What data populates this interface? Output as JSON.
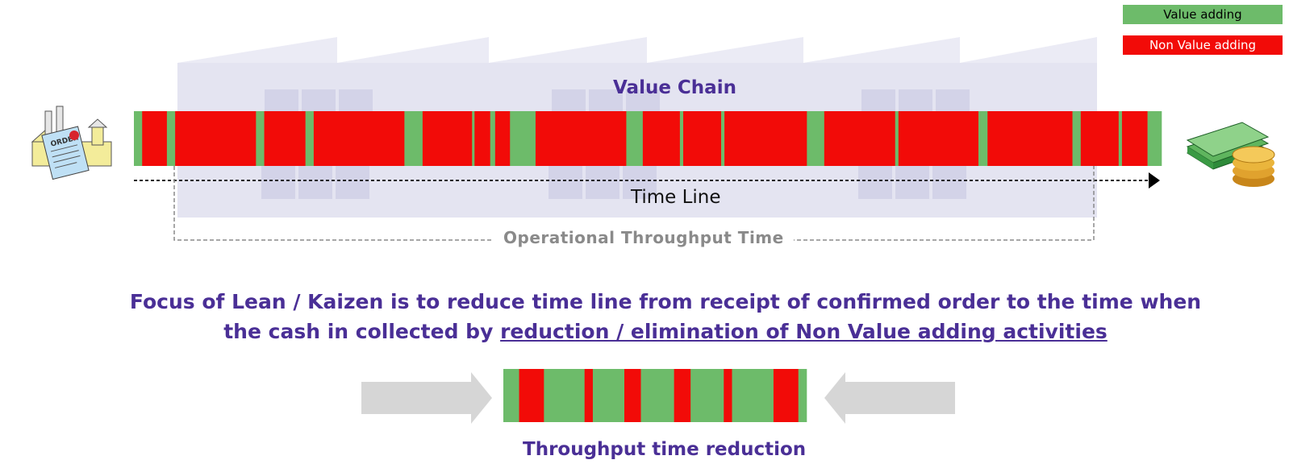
{
  "legend": {
    "value_adding": "Value adding",
    "non_value_adding": "Non Value adding"
  },
  "labels": {
    "value_chain": "Value Chain",
    "time_line": "Time Line",
    "operational_throughput_time": "Operational Throughput Time",
    "throughput_time_reduction": "Throughput time reduction"
  },
  "focus": {
    "line1": "Focus of Lean / Kaizen is to reduce time line from receipt of confirmed order to the time when",
    "line2_plain": "the cash in collected  by ",
    "line2_underlined": "reduction / elimination of Non Value adding activities"
  },
  "icons": {
    "start": "factory-order-icon",
    "end": "cash-money-icon"
  },
  "colors": {
    "value_adding": "#6dbb6a",
    "non_value_adding": "#f20b08",
    "title_purple": "#4a2f96",
    "backdrop": "#e4e4f1"
  },
  "main_bar_segments": [
    {
      "type": "va",
      "length": 1.0
    },
    {
      "type": "nva",
      "length": 3.0
    },
    {
      "type": "va",
      "length": 1.0
    },
    {
      "type": "nva",
      "length": 9.8
    },
    {
      "type": "va",
      "length": 1.0
    },
    {
      "type": "nva",
      "length": 5.0
    },
    {
      "type": "va",
      "length": 1.0
    },
    {
      "type": "nva",
      "length": 11.0
    },
    {
      "type": "va",
      "length": 2.2
    },
    {
      "type": "nva",
      "length": 6.0
    },
    {
      "type": "va",
      "length": 0.3
    },
    {
      "type": "nva",
      "length": 1.9
    },
    {
      "type": "va",
      "length": 0.6
    },
    {
      "type": "nva",
      "length": 1.8
    },
    {
      "type": "va",
      "length": 3.1
    },
    {
      "type": "nva",
      "length": 11.0
    },
    {
      "type": "va",
      "length": 2.0
    },
    {
      "type": "nva",
      "length": 4.5
    },
    {
      "type": "va",
      "length": 0.4
    },
    {
      "type": "nva",
      "length": 4.6
    },
    {
      "type": "va",
      "length": 0.4
    },
    {
      "type": "nva",
      "length": 10.0
    },
    {
      "type": "va",
      "length": 2.1
    },
    {
      "type": "nva",
      "length": 8.6
    },
    {
      "type": "va",
      "length": 0.4
    },
    {
      "type": "nva",
      "length": 9.7
    },
    {
      "type": "va",
      "length": 1.1
    },
    {
      "type": "nva",
      "length": 10.3
    },
    {
      "type": "va",
      "length": 1.0
    },
    {
      "type": "nva",
      "length": 4.6
    },
    {
      "type": "va",
      "length": 0.4
    },
    {
      "type": "nva",
      "length": 3.1
    },
    {
      "type": "va",
      "length": 1.7
    }
  ],
  "reduced_bar_segments": [
    {
      "type": "va",
      "length": 1.9
    },
    {
      "type": "nva",
      "length": 3.0
    },
    {
      "type": "va",
      "length": 4.9
    },
    {
      "type": "nva",
      "length": 1.0
    },
    {
      "type": "va",
      "length": 3.8
    },
    {
      "type": "nva",
      "length": 2.0
    },
    {
      "type": "va",
      "length": 4.0
    },
    {
      "type": "nva",
      "length": 2.0
    },
    {
      "type": "va",
      "length": 4.0
    },
    {
      "type": "nva",
      "length": 1.0
    },
    {
      "type": "va",
      "length": 5.0
    },
    {
      "type": "nva",
      "length": 3.0
    },
    {
      "type": "va",
      "length": 1.0
    }
  ]
}
